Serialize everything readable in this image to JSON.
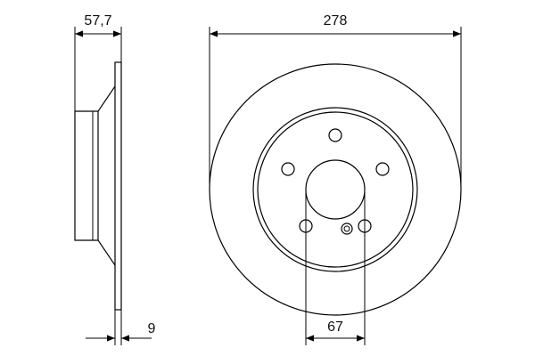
{
  "dimensions": {
    "hub_offset": "57,7",
    "outer_diameter": "278",
    "disc_thickness": "9",
    "center_bore": "67"
  },
  "views": {
    "side_view": "side-profile",
    "front_view": "front-face"
  }
}
